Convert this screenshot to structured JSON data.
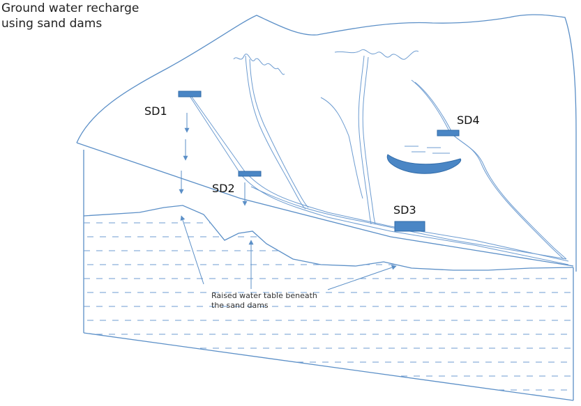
{
  "title": {
    "line1": "Ground water recharge",
    "line2": "using sand dams"
  },
  "dams": [
    {
      "label": "SD1"
    },
    {
      "label": "SD2"
    },
    {
      "label": "SD3"
    },
    {
      "label": "SD4"
    }
  ],
  "annotation": {
    "line1": "Raised water table beneath",
    "line2": "the sand dams"
  },
  "colors": {
    "line": "#5b8fc7",
    "dam_fill": "#4a86c5",
    "pond": "#4a86c5"
  }
}
